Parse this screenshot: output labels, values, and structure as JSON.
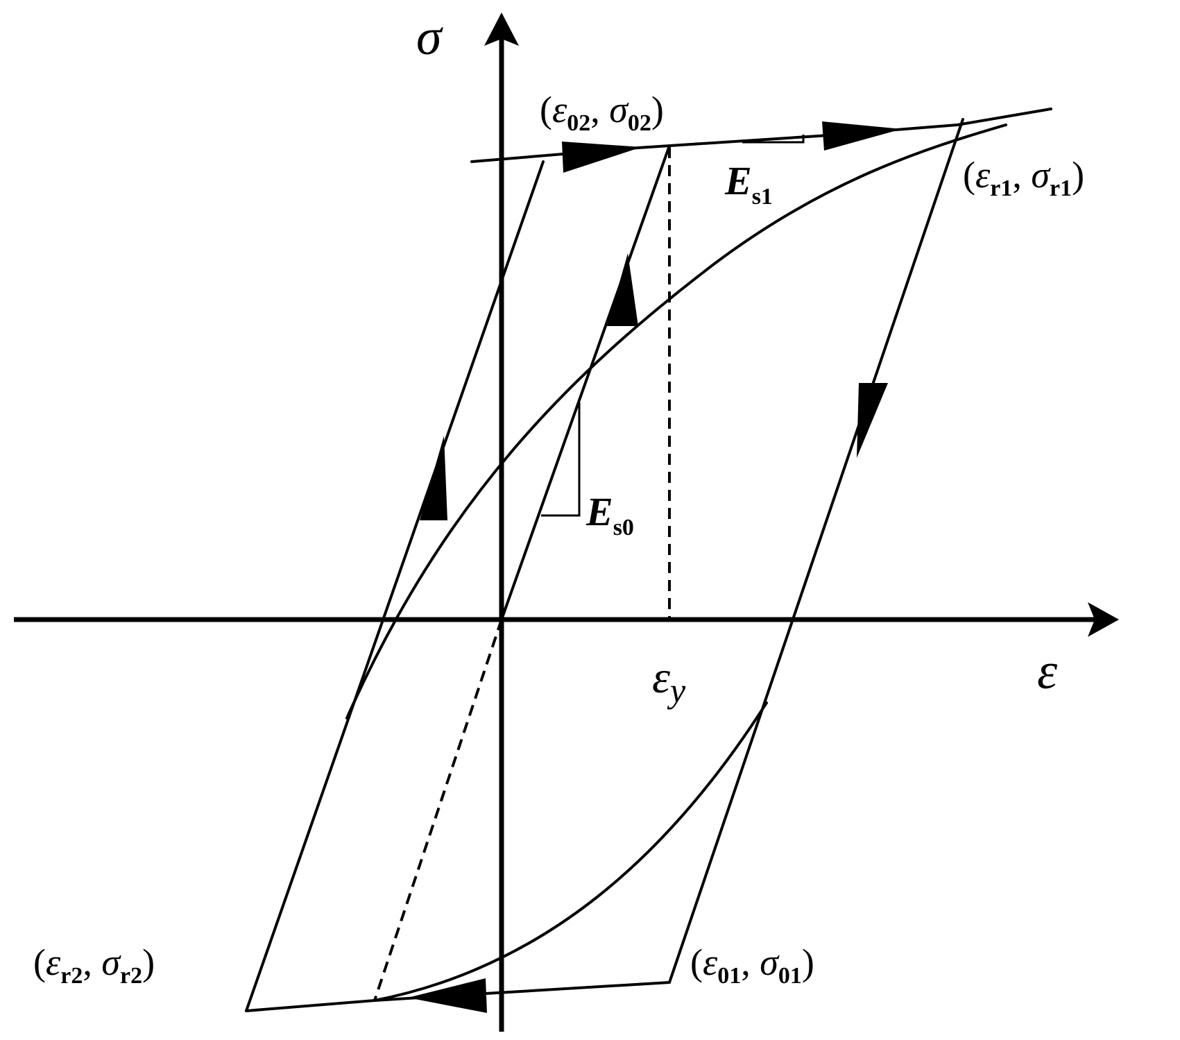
{
  "axes": {
    "y_label": "σ",
    "x_label": "ε"
  },
  "markers": {
    "yield_strain": {
      "sym": "ε",
      "sub": "y"
    }
  },
  "slopes": {
    "initial_modulus": {
      "sym": "E",
      "sub": "s0"
    },
    "hardening_modulus": {
      "sym": "E",
      "sub": "s1"
    }
  },
  "points": {
    "p02": {
      "open": "(",
      "e": "ε",
      "e_sub": "02",
      "comma": ", ",
      "s": "σ",
      "s_sub": "02",
      "close": ")"
    },
    "pr1": {
      "open": "(",
      "e": "ε",
      "e_sub": "r1",
      "comma": ", ",
      "s": "σ",
      "s_sub": "r1",
      "close": ")"
    },
    "pr2": {
      "open": "(",
      "e": "ε",
      "e_sub": "r2",
      "comma": ", ",
      "s": "σ",
      "s_sub": "r2",
      "close": ")"
    },
    "p01": {
      "open": "(",
      "e": "ε",
      "e_sub": "01",
      "comma": ", ",
      "s": "σ",
      "s_sub": "01",
      "close": ")"
    }
  },
  "colors": {
    "ink": "#000000",
    "background": "#ffffff"
  }
}
